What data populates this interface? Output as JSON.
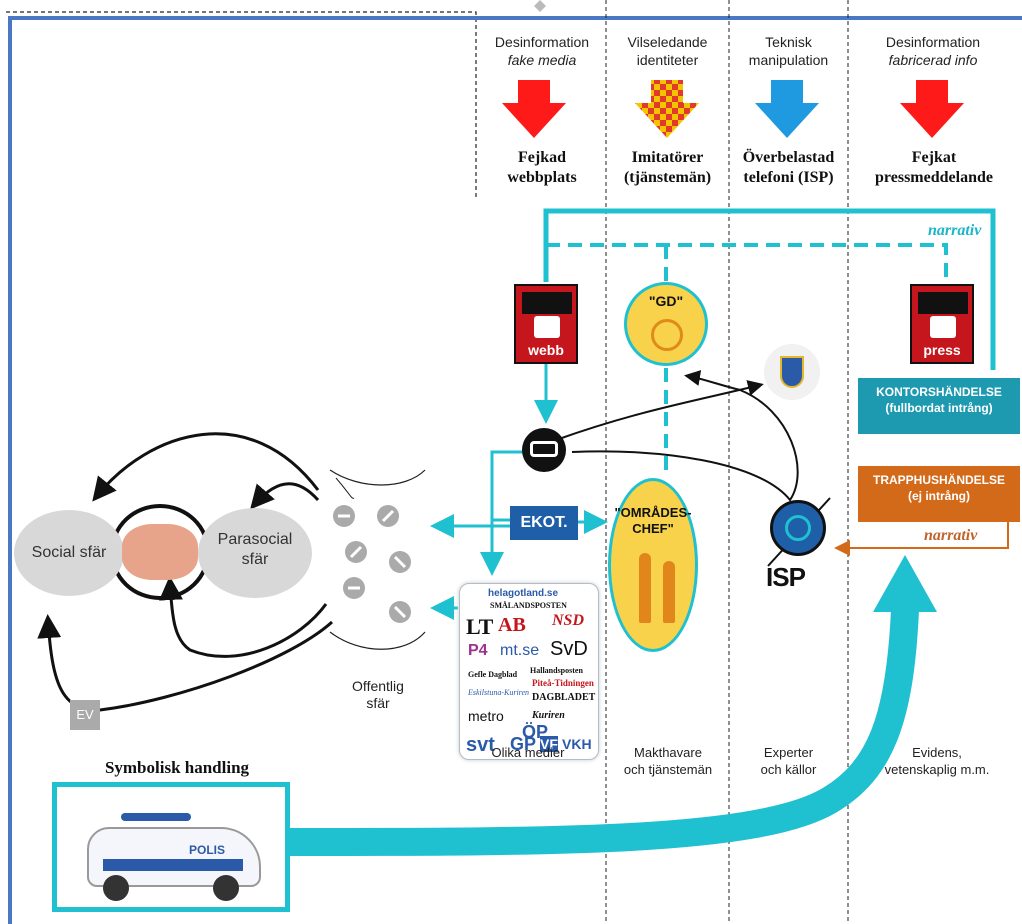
{
  "header": {
    "col1_line1": "Desinformation",
    "col1_line2": "fake media",
    "col1_title1": "Fejkad",
    "col1_title2": "webbplats",
    "col2_line1": "Vilseledande",
    "col2_line2": "identiteter",
    "col2_title1": "Imitatörer",
    "col2_title2": "(tjänstemän)",
    "col3_line1": "Teknisk",
    "col3_line2": "manipulation",
    "col3_title1": "Överbelastad",
    "col3_title2": "telefoni (ISP)",
    "col4_line1": "Desinformation",
    "col4_line2": "fabricerad info",
    "col4_title1": "Fejkat",
    "col4_title2": "pressmeddelande"
  },
  "narrative": {
    "top": "narrativ",
    "bottom": "narrativ"
  },
  "isp": {
    "webb": "webb",
    "press": "press",
    "logo_text": "ISP"
  },
  "actors": {
    "gd": "\"GD\"",
    "chef_line1": "\"OMRÅDES-",
    "chef_line2": "CHEF\"",
    "ekot": "EKOT."
  },
  "events": {
    "office_line1": "KONTORSHÄNDELSE",
    "office_line2": "(fullbordat intrång)",
    "stair_line1": "TRAPPHUSHÄNDELSE",
    "stair_line2": "(ej intrång)"
  },
  "spheres": {
    "social": "Social sfär",
    "parasocial_line1": "Parasocial",
    "parasocial_line2": "sfär",
    "public_line1": "Offentlig",
    "public_line2": "sfär",
    "ev": "EV"
  },
  "captions": {
    "media": "Olika medier",
    "power_line1": "Makthavare",
    "power_line2": "och tjänstemän",
    "experts_line1": "Experter",
    "experts_line2": "och källor",
    "evidence_line1": "Evidens,",
    "evidence_line2": "vetenskaplig m.m."
  },
  "symbolic": {
    "title": "Symbolisk handling",
    "car_text": "POLIS"
  },
  "media_logos": [
    "helagotland.se",
    "SMÅLANDSPOSTEN",
    "LT",
    "AB",
    "NSD",
    "P4",
    "mt.se",
    "SvD",
    "Gefle Dagblad",
    "Hallandsposten",
    "Piteå-Tidningen",
    "Eskilstuna-Kuriren",
    "DAGBLADET",
    "metro",
    "Kuriren",
    "ÖP",
    "svt",
    "GP",
    "VF",
    "VKH"
  ],
  "colors": {
    "frame": "#4a78c2",
    "teal": "#1fc0d0",
    "red": "#ff1a1a",
    "blue": "#1f9ae0",
    "orange": "#d26a1a",
    "gold": "#f7d24a"
  }
}
